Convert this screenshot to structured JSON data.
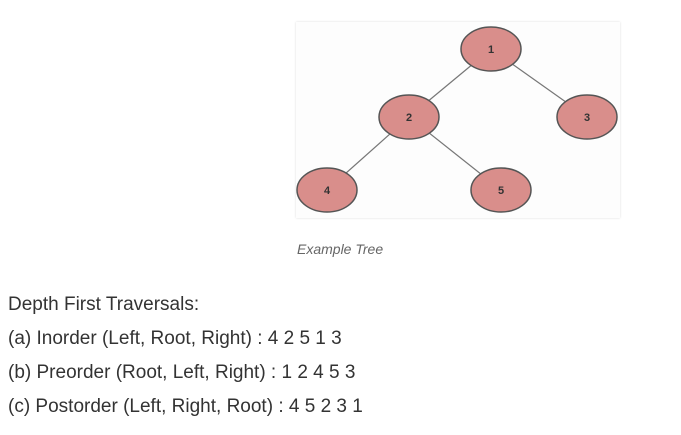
{
  "figure": {
    "caption": "Example Tree",
    "nodes": [
      {
        "id": "1",
        "label": "1"
      },
      {
        "id": "2",
        "label": "2"
      },
      {
        "id": "3",
        "label": "3"
      },
      {
        "id": "4",
        "label": "4"
      },
      {
        "id": "5",
        "label": "5"
      }
    ],
    "node_fill": "#d98e8b",
    "node_stroke": "#555555",
    "edge_color": "#777777"
  },
  "content": {
    "heading": "Depth First Traversals:",
    "lines": [
      "(a) Inorder (Left, Root, Right) : 4 2 5 1 3",
      "(b) Preorder (Root, Left, Right) : 1 2 4 5 3",
      "(c) Postorder (Left, Right, Root) : 4 5 2 3 1"
    ]
  }
}
